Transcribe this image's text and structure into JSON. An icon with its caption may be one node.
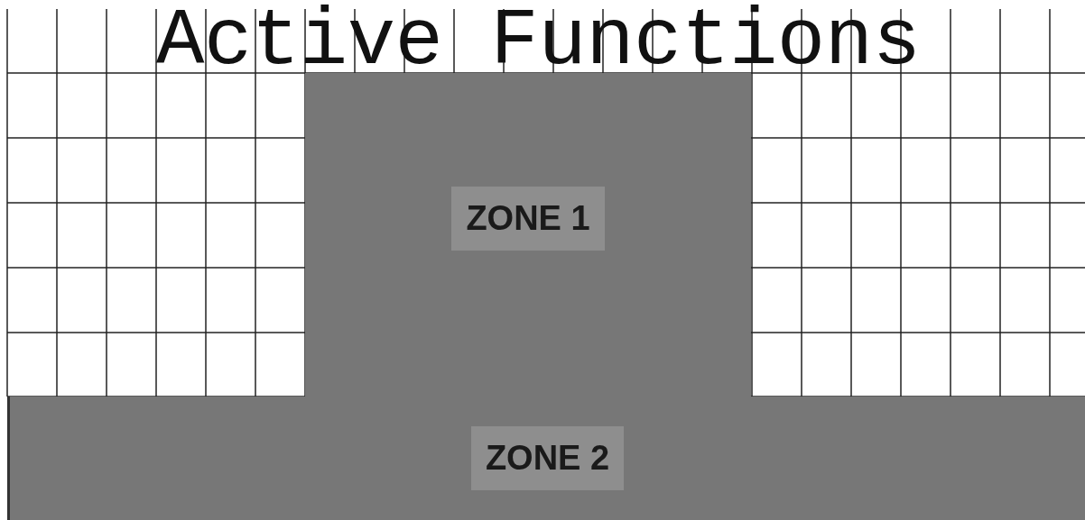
{
  "diagram": {
    "title": "Active Functions",
    "nodes": [
      {
        "text": [
          "ZONE 1"
        ]
      },
      {
        "text": [
          "ZONE 2"
        ]
      }
    ]
  }
}
